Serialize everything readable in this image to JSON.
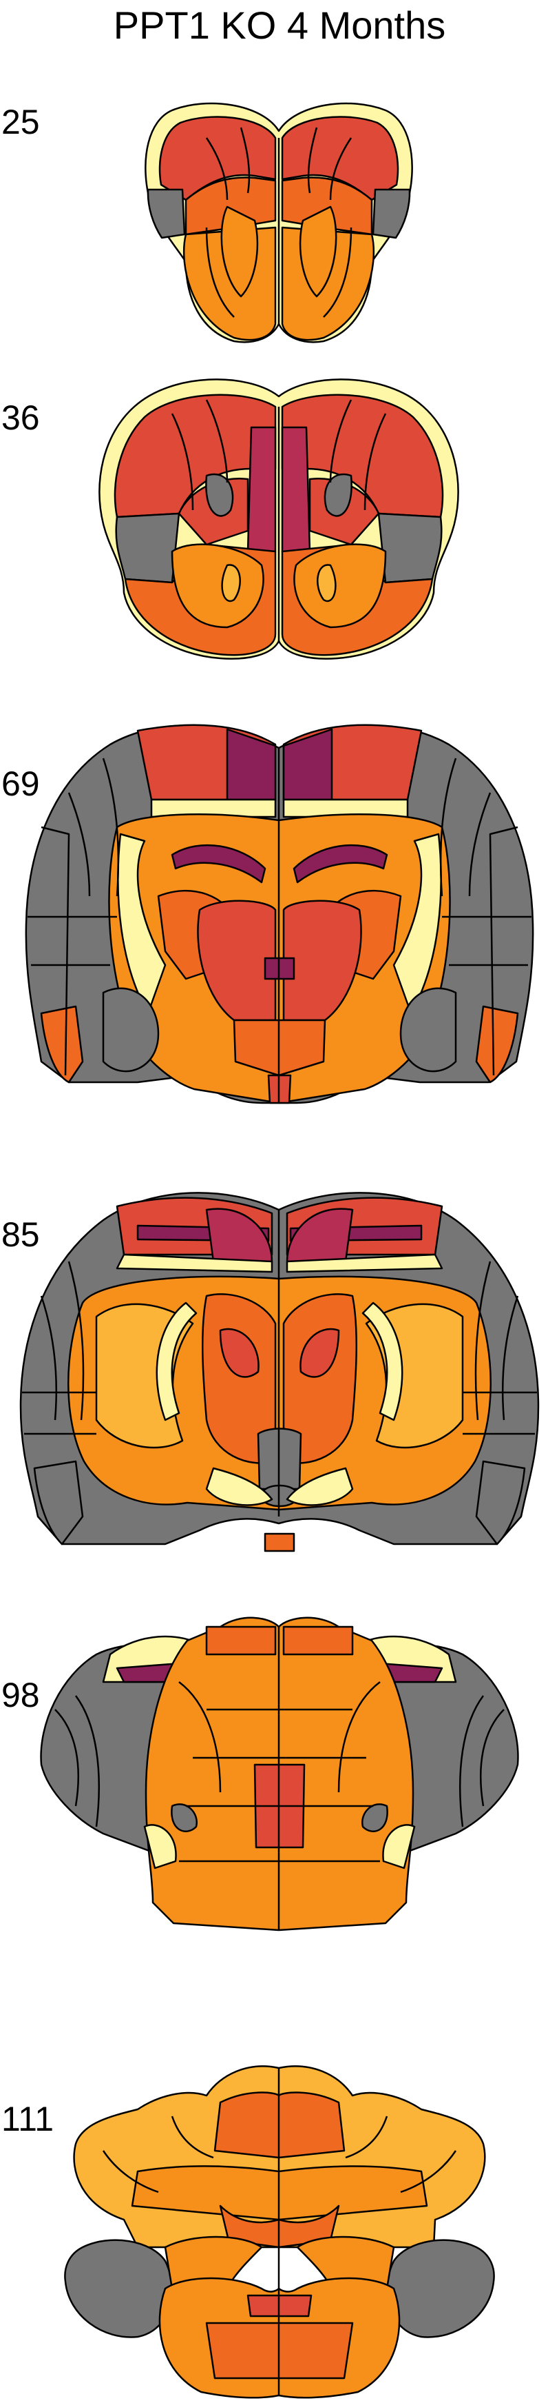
{
  "title": "PPT1 KO 4 Months",
  "sections": [
    {
      "label": "25"
    },
    {
      "label": "36"
    },
    {
      "label": "69"
    },
    {
      "label": "85"
    },
    {
      "label": "98"
    },
    {
      "label": "111"
    }
  ],
  "palette": {
    "unchanged": "#767676",
    "low": "#fff7a8",
    "light_orange": "#fbb437",
    "orange": "#f7901a",
    "dark_orange": "#ef6a20",
    "red": "#de4a37",
    "deep_red": "#b72e55",
    "purple": "#8b1f58"
  }
}
